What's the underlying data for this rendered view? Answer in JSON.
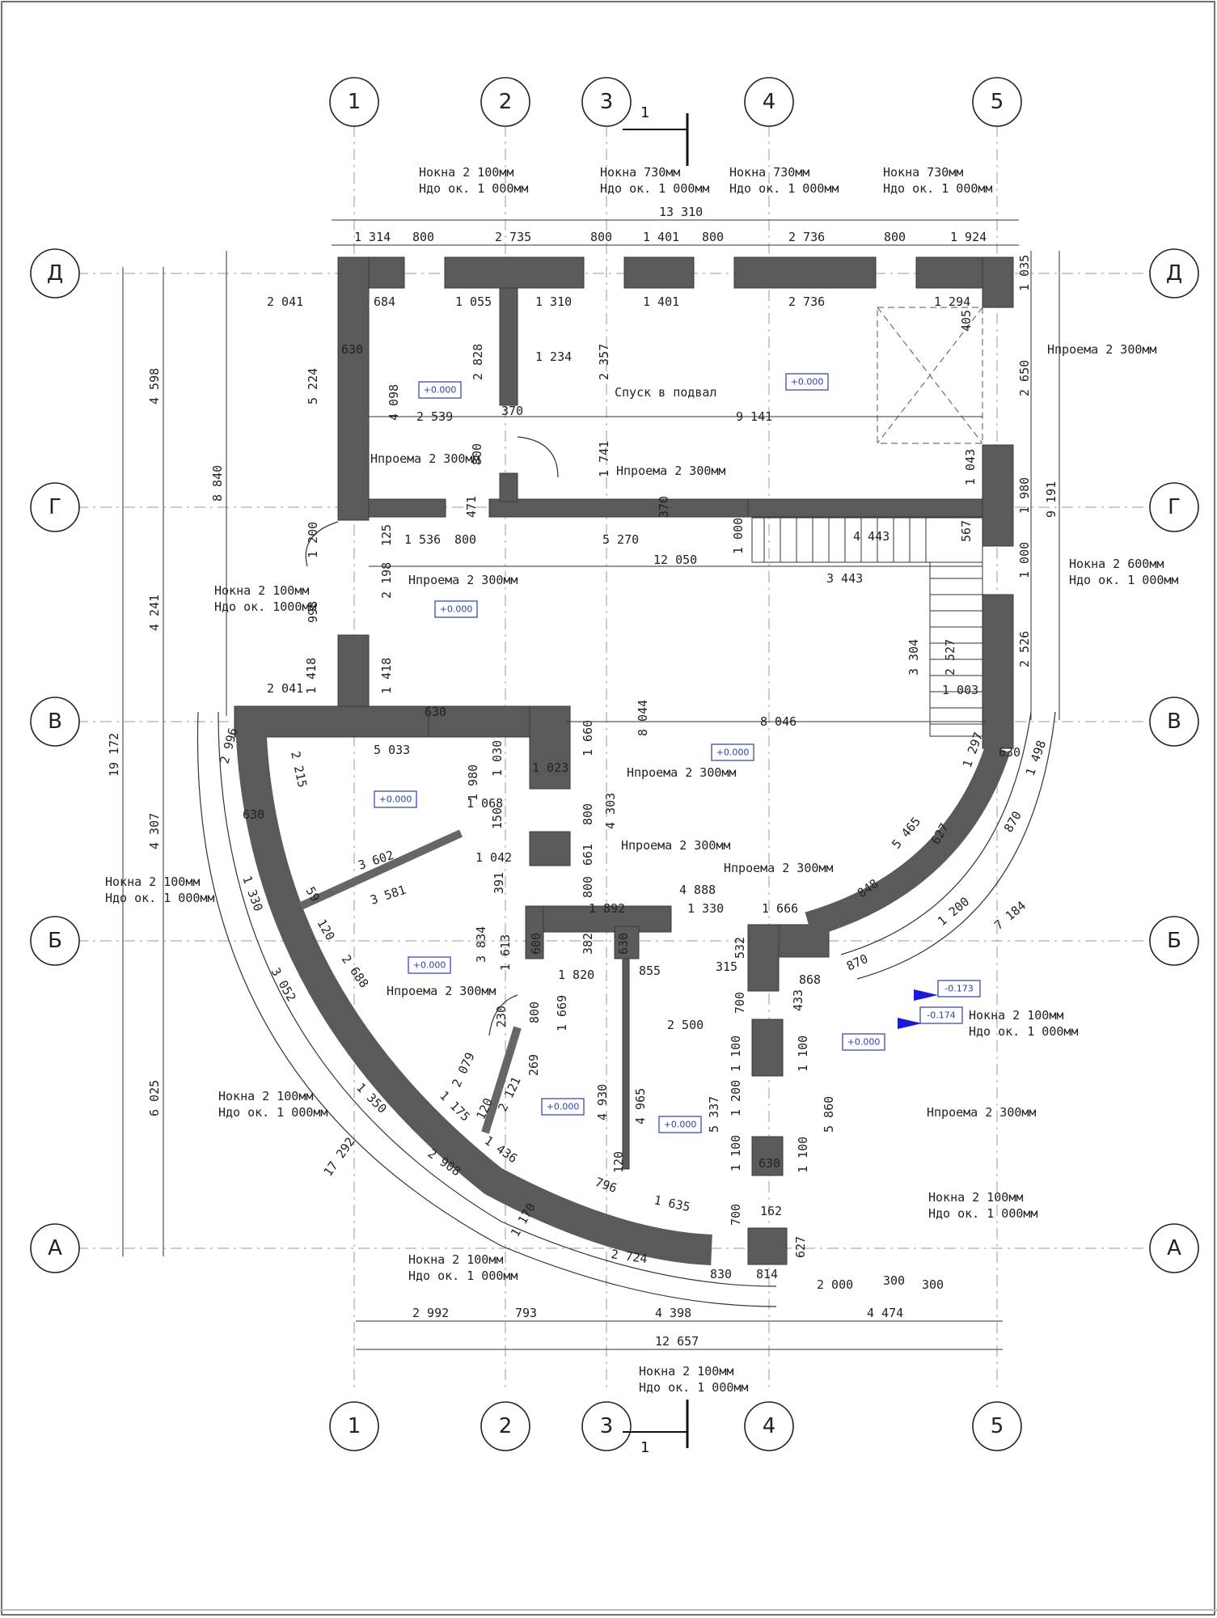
{
  "axes": {
    "vertical": [
      {
        "label": "1",
        "x": 0
      },
      {
        "label": "2",
        "x": 0
      },
      {
        "label": "3",
        "x": 0
      },
      {
        "label": "4",
        "x": 0
      },
      {
        "label": "5",
        "x": 0
      }
    ],
    "horizontal": [
      {
        "label": "Д"
      },
      {
        "label": "Г"
      },
      {
        "label": "В"
      },
      {
        "label": "Б"
      },
      {
        "label": "А"
      }
    ]
  },
  "section": {
    "label": "1"
  },
  "top_dims": {
    "overall": "13 310",
    "segments": [
      "1 314",
      "800",
      "2 735",
      "800",
      "1 401",
      "800",
      "2 736",
      "800",
      "1 924"
    ],
    "inner_row": [
      "684",
      "1 055",
      "1 310",
      "1 401",
      "2 736",
      "1 294"
    ]
  },
  "bottom_dims": {
    "segments": [
      "2 992",
      "793",
      "4 398",
      "4 474"
    ],
    "overall": "12 657",
    "small": [
      "830",
      "814",
      "2 000",
      "300",
      "300"
    ]
  },
  "left_dims": {
    "outer": "19 172",
    "levels": [
      "4 598",
      "4 241",
      "4 307",
      "6 025"
    ],
    "inner": [
      "8 840",
      "5 224",
      "2 041",
      "2 041",
      "1 418",
      "1 418",
      "1 200",
      "998",
      "2 198",
      "125",
      "4 098",
      "630"
    ]
  },
  "right_dims": {
    "levels": [
      "1 035",
      "2 650",
      "1 980",
      "1 000",
      "2 526",
      "1 498"
    ],
    "outer": "9 191",
    "curve": [
      "870",
      "1 200",
      "7 184",
      "1 297",
      "5 465",
      "627",
      "848",
      "870"
    ]
  },
  "interior_dims": [
    "2 828",
    "2 357",
    "1 234",
    "370",
    "2 539",
    "9 141",
    "800",
    "471",
    "370",
    "1 741",
    "1 043",
    "1 536",
    "800",
    "5 270",
    "12 050",
    "1 000",
    "4 443",
    "567",
    "3 443",
    "3 304",
    "2 527",
    "1 003",
    "8 044",
    "8 046",
    "5 033",
    "1 980",
    "1 030",
    "1 023",
    "1 660",
    "1 068",
    "150",
    "800",
    "4 303",
    "3 602",
    "1 042",
    "661",
    "3 581",
    "391",
    "800",
    "4 888",
    "1 892",
    "1 330",
    "1 666",
    "532",
    "3 834",
    "1 613",
    "600",
    "382",
    "630",
    "1 820",
    "855",
    "315",
    "868",
    "433",
    "2 215",
    "2 996",
    "1 330",
    "59",
    "120",
    "2 688",
    "3 052",
    "230",
    "800",
    "1 669",
    "269",
    "2 079",
    "2 121",
    "120",
    "1 175",
    "1 350",
    "17 292",
    "1 436",
    "2 908",
    "796",
    "120",
    "1 635",
    "1 170",
    "2 724",
    "2 500",
    "4 930",
    "4 965",
    "5 337",
    "700",
    "1 100",
    "1 200",
    "1 100",
    "700",
    "1 100",
    "5 860",
    "1 100",
    "630",
    "162",
    "627",
    "630",
    "630",
    "630",
    "405"
  ],
  "notes": [
    {
      "line1": "Hокна 2 100мм",
      "line2": "Hдо ок. 1 000мм"
    },
    {
      "line1": "Hокна 730мм",
      "line2": "Hдо ок. 1 000мм"
    },
    {
      "line1": "Hокна 730мм",
      "line2": "Hдо ок. 1 000мм"
    },
    {
      "line1": "Hокна 730мм",
      "line2": "Hдо ок. 1 000мм"
    },
    {
      "line1": "Hпроема 2 300мм"
    },
    {
      "line1": "Спуск в подвал"
    },
    {
      "line1": "Hпроема 2 300мм"
    },
    {
      "line1": "Hпроема 2 300мм"
    },
    {
      "line1": "Hпроема 2 300мм"
    },
    {
      "line1": "Hокна 2 600мм",
      "line2": "Hдо ок. 1 000мм"
    },
    {
      "line1": "Hокна 2 100мм",
      "line2": "Hдо ок. 1000мм"
    },
    {
      "line1": "Hпроема 2 300мм"
    },
    {
      "line1": "Hпроема 2 300мм"
    },
    {
      "line1": "Hпроема 2 300мм"
    },
    {
      "line1": "Hокна 2 100мм",
      "line2": "Hдо ок. 1 000мм"
    },
    {
      "line1": "Hпроема 2 300мм"
    },
    {
      "line1": "Hокна 2 100мм",
      "line2": "Hдо ок. 1 000мм"
    },
    {
      "line1": "Hокна 2 100мм",
      "line2": "Hдо ок. 1 000мм"
    },
    {
      "line1": "Hпроема 2 300мм"
    },
    {
      "line1": "Hокна 2 100мм",
      "line2": "Hдо ок. 1 000мм"
    },
    {
      "line1": "Hокна 2 100мм",
      "line2": "Hдо ок. 1 000мм"
    },
    {
      "line1": "Hокна 2 100мм",
      "line2": "Hдо ок. 1 000мм"
    }
  ],
  "elevations": [
    "+0.000",
    "+0.000",
    "+0.000",
    "+0.000",
    "+0.000",
    "+0.000",
    "+0.000",
    "+0.000",
    "+0.000",
    "-0.173",
    "-0.174"
  ],
  "colors": {
    "wall": "#5a5a5a",
    "elevation": "#2b3ea8",
    "marker": "#1a1ad8"
  }
}
